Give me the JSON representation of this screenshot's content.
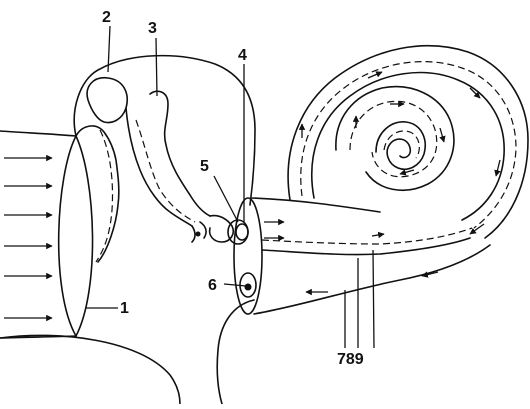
{
  "labels": {
    "l1": "1",
    "l2": "2",
    "l3": "3",
    "l4": "4",
    "l5": "5",
    "l6": "6",
    "l789": "789"
  },
  "colors": {
    "ink": "#111111",
    "background": "#ffffff"
  }
}
